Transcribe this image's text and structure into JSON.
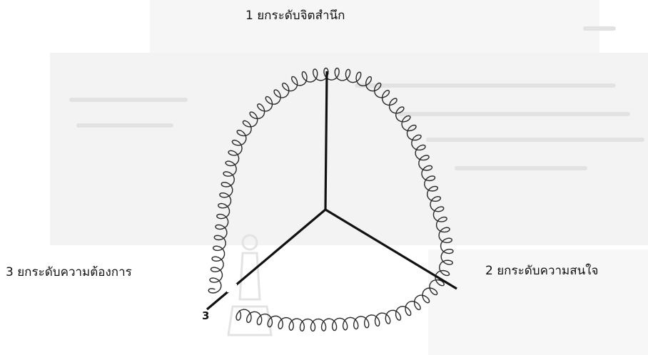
{
  "diagram": {
    "labels": {
      "top": "1 ยกระดับจิตสำนึก",
      "right": "2  ยกระดับความสนใจ",
      "left": "3 ยกระดับความต้องการ"
    },
    "axis_number_3": "3"
  },
  "colors": {
    "background": "#ffffff",
    "ink": "#111111",
    "faded_scan": "#f1f1f1",
    "faded_text": "#dcdcdc"
  },
  "icons": {
    "watermark": "chess-pawn-watermark"
  }
}
